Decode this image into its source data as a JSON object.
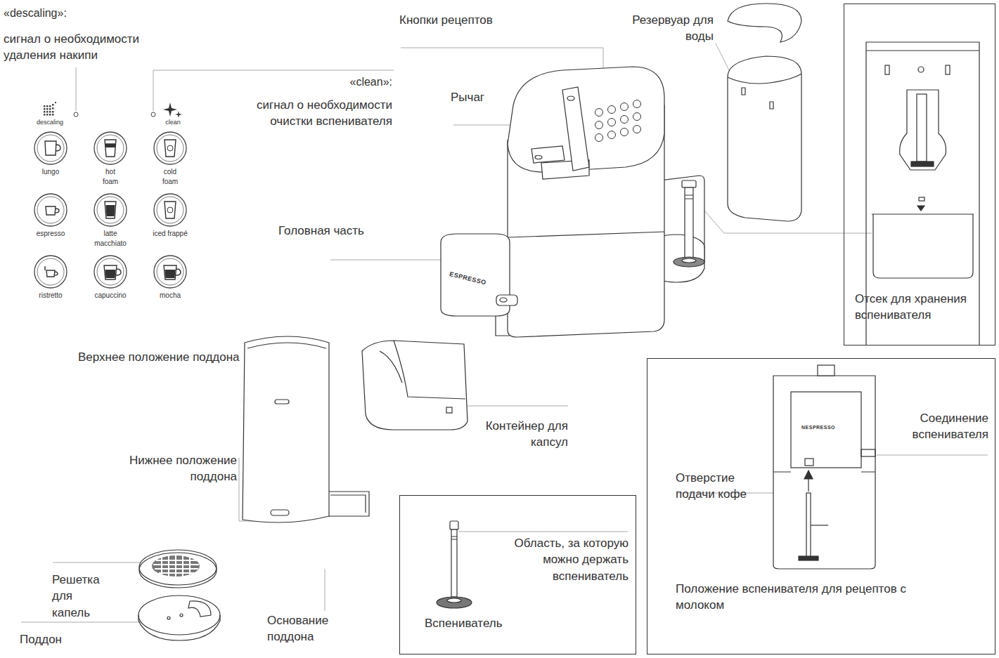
{
  "diagram": {
    "nodes": [
      {
        "text": [
          "Отсек для хранения вспенивателя"
        ]
      },
      {
        "text": [
          "Соединение вспенивателя",
          "Отверстие подачи кофе",
          "Положение вспенивателя для рецептов с молоком"
        ]
      },
      {
        "text": [
          "Область, за которую можно держать вспениватель",
          "Вспениватель"
        ]
      }
    ],
    "labels": [
      "«descaling»:",
      "сигнал о необходимости удаления накипи",
      "descaling",
      "clean",
      "lungo",
      "hot foam",
      "cold foam",
      "espresso",
      "latte macchiato",
      "iced frappé",
      "ristretto",
      "capuccino",
      "mocha",
      "Кнопки рецептов",
      "«clean»:",
      "сигнал о необходимости очистки вспенивателя",
      "Рычаг",
      "Резервуар для воды",
      "Головная часть",
      "ESPRESSO",
      "Верхнее положение поддона",
      "Контейнер для капсул",
      "Нижнее положение поддона",
      "Решетка для капель",
      "Поддон",
      "Основание поддона",
      "NESPRESSO"
    ]
  }
}
